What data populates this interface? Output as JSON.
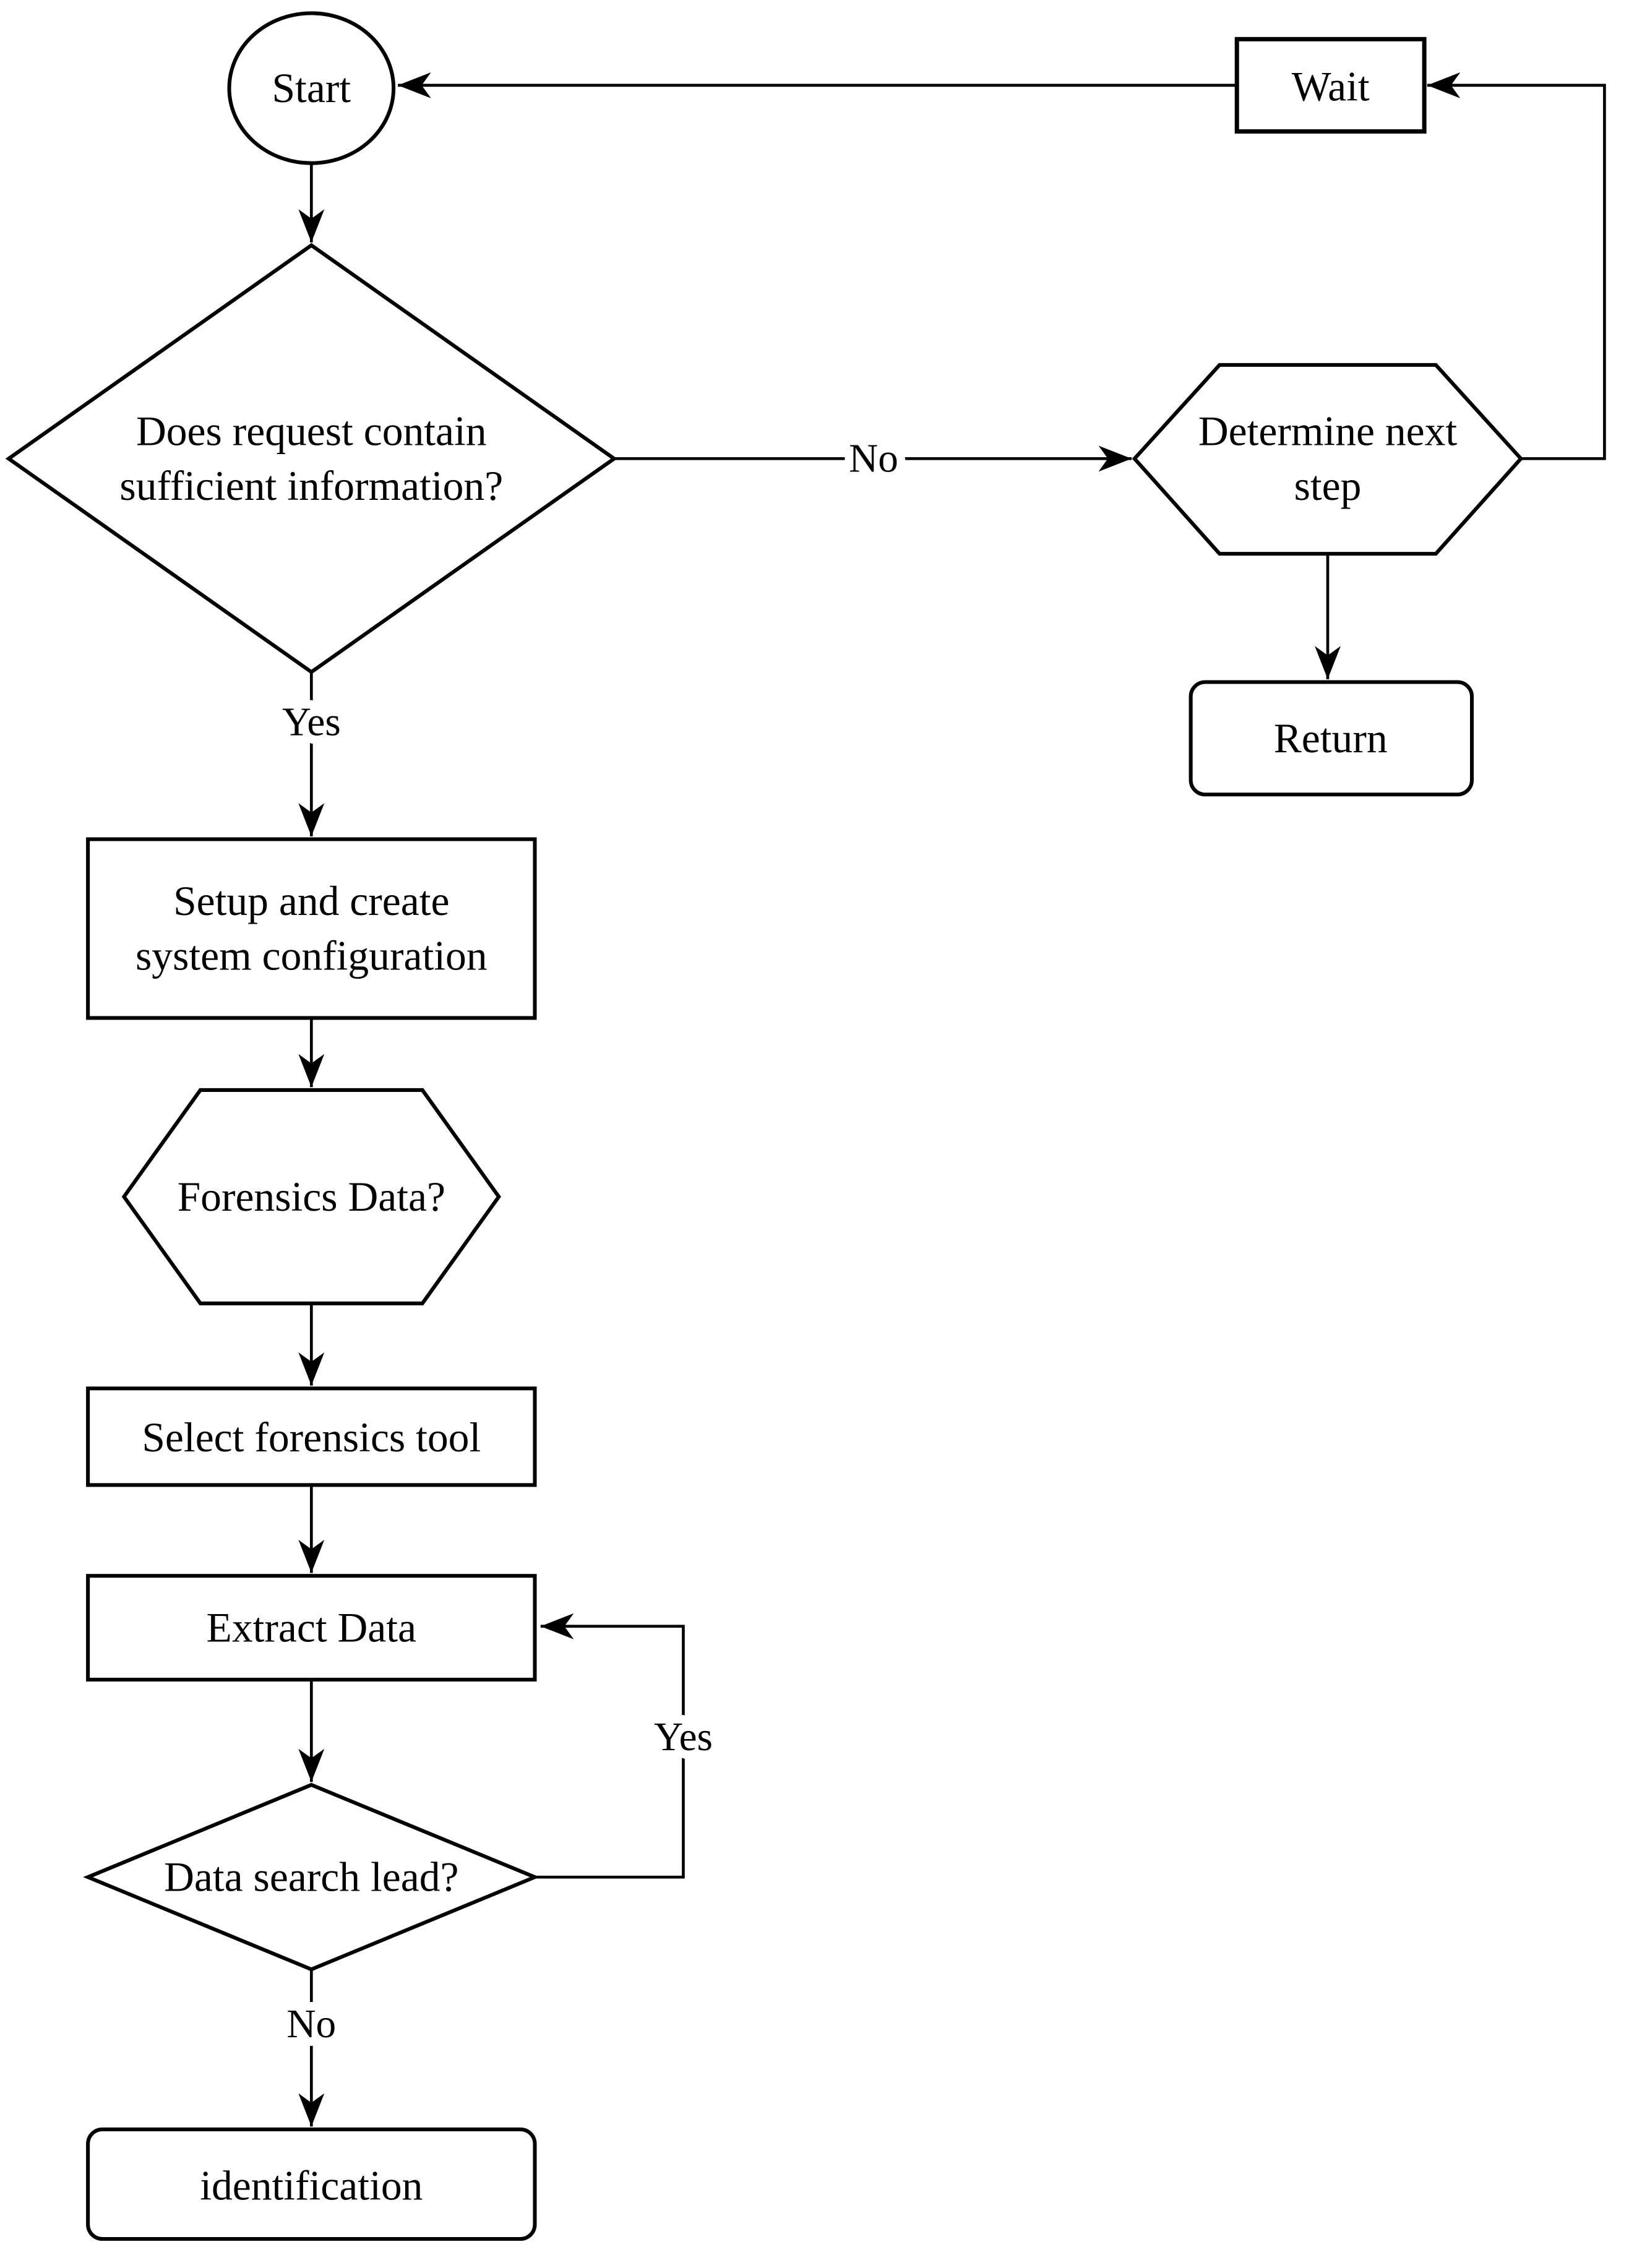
{
  "flowchart": {
    "background": "#ffffff",
    "stroke_color": "#000000",
    "nodes": {
      "start": {
        "label": "Start"
      },
      "wait": {
        "label": "Wait"
      },
      "request_decision": {
        "line1": "Does request contain",
        "line2": "sufficient information?"
      },
      "determine_next_step": {
        "line1": "Determine next",
        "line2": "step"
      },
      "return": {
        "label": "Return"
      },
      "setup": {
        "line1": "Setup and create",
        "line2": "system configuration"
      },
      "forensics_data": {
        "label": "Forensics Data?"
      },
      "select_tool": {
        "label": "Select forensics tool"
      },
      "extract_data": {
        "label": "Extract Data"
      },
      "lead_decision": {
        "label": "Data search lead?"
      },
      "identification": {
        "label": "identification"
      }
    },
    "edge_labels": {
      "request_no": "No",
      "request_yes": "Yes",
      "lead_yes": "Yes",
      "lead_no": "No"
    }
  }
}
